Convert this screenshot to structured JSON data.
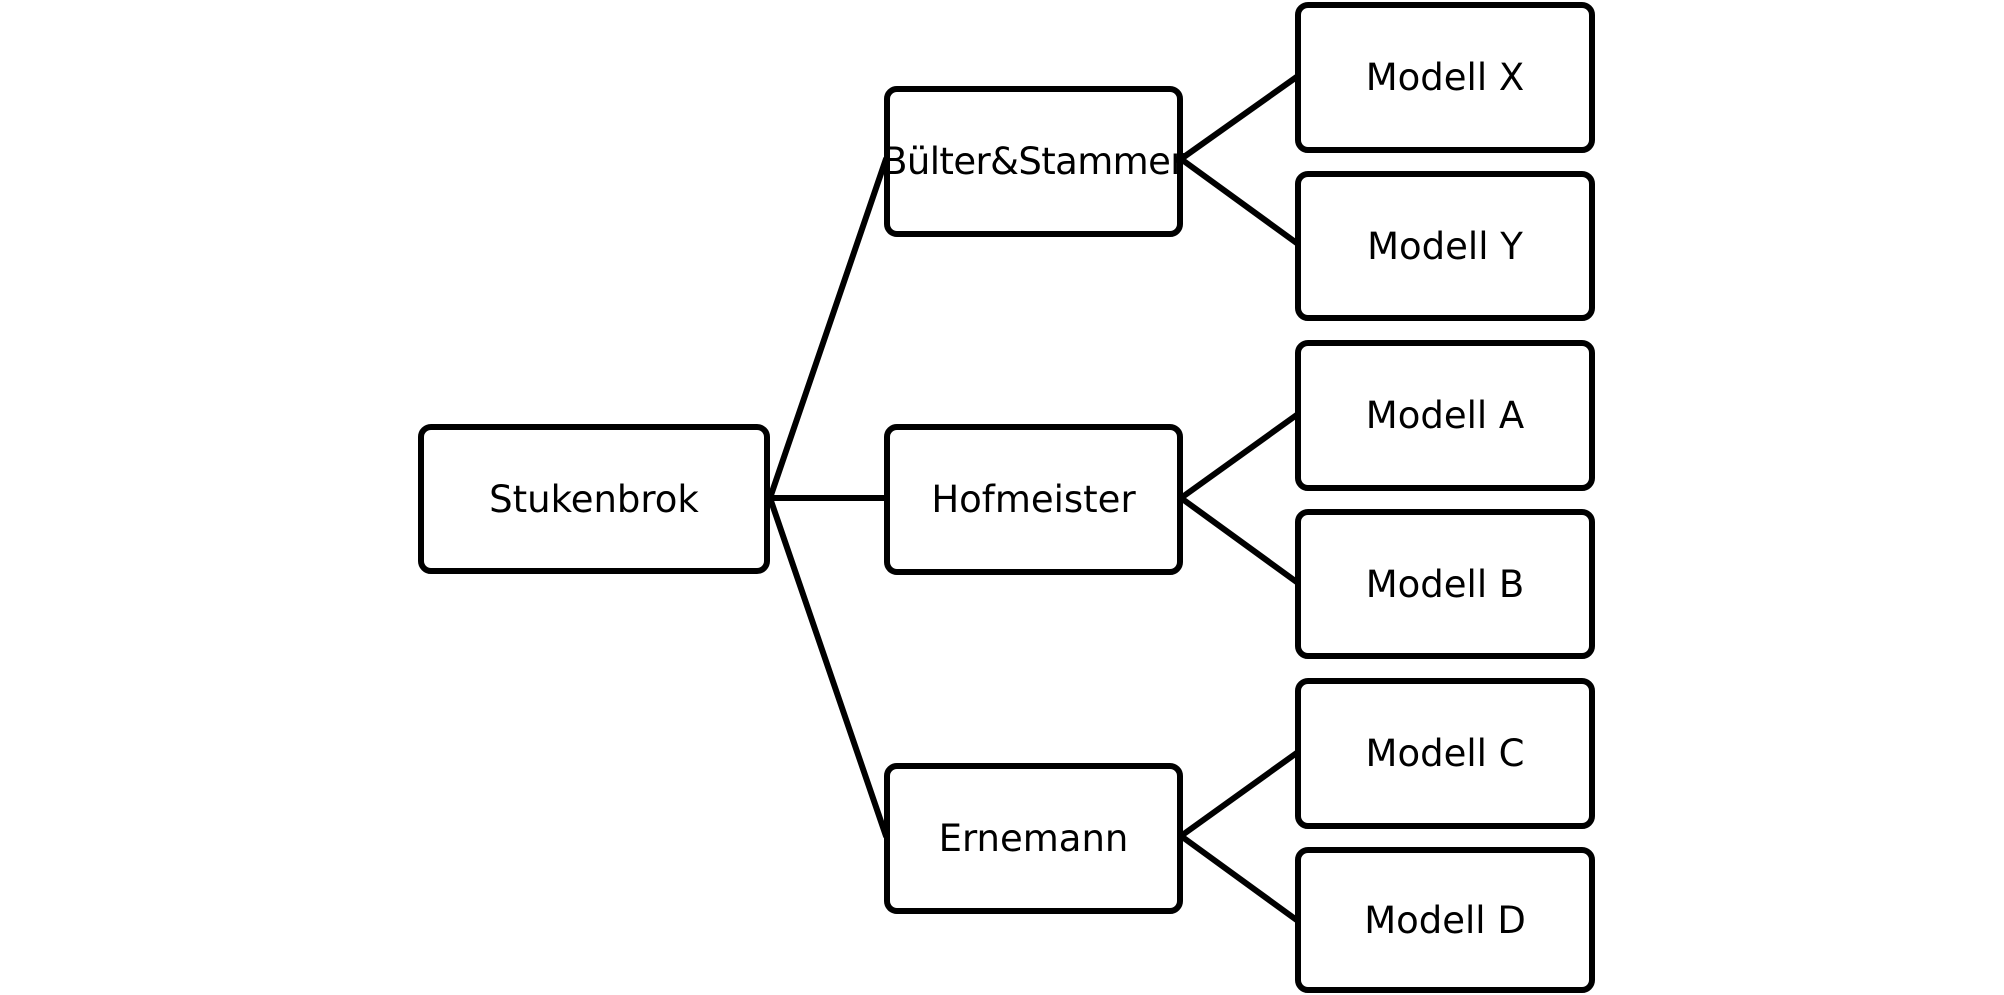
{
  "diagram": {
    "type": "tree",
    "root": {
      "label": "Stukenbrok",
      "children": [
        {
          "label": "Bülter&Stammer",
          "children": [
            {
              "label": "Modell X"
            },
            {
              "label": "Modell Y"
            }
          ]
        },
        {
          "label": "Hofmeister",
          "children": [
            {
              "label": "Modell A"
            },
            {
              "label": "Modell B"
            }
          ]
        },
        {
          "label": "Ernemann",
          "children": [
            {
              "label": "Modell C"
            },
            {
              "label": "Modell D"
            }
          ]
        }
      ]
    },
    "colors": {
      "stroke": "#000000",
      "fill": "#ffffff",
      "text": "#000000"
    }
  }
}
